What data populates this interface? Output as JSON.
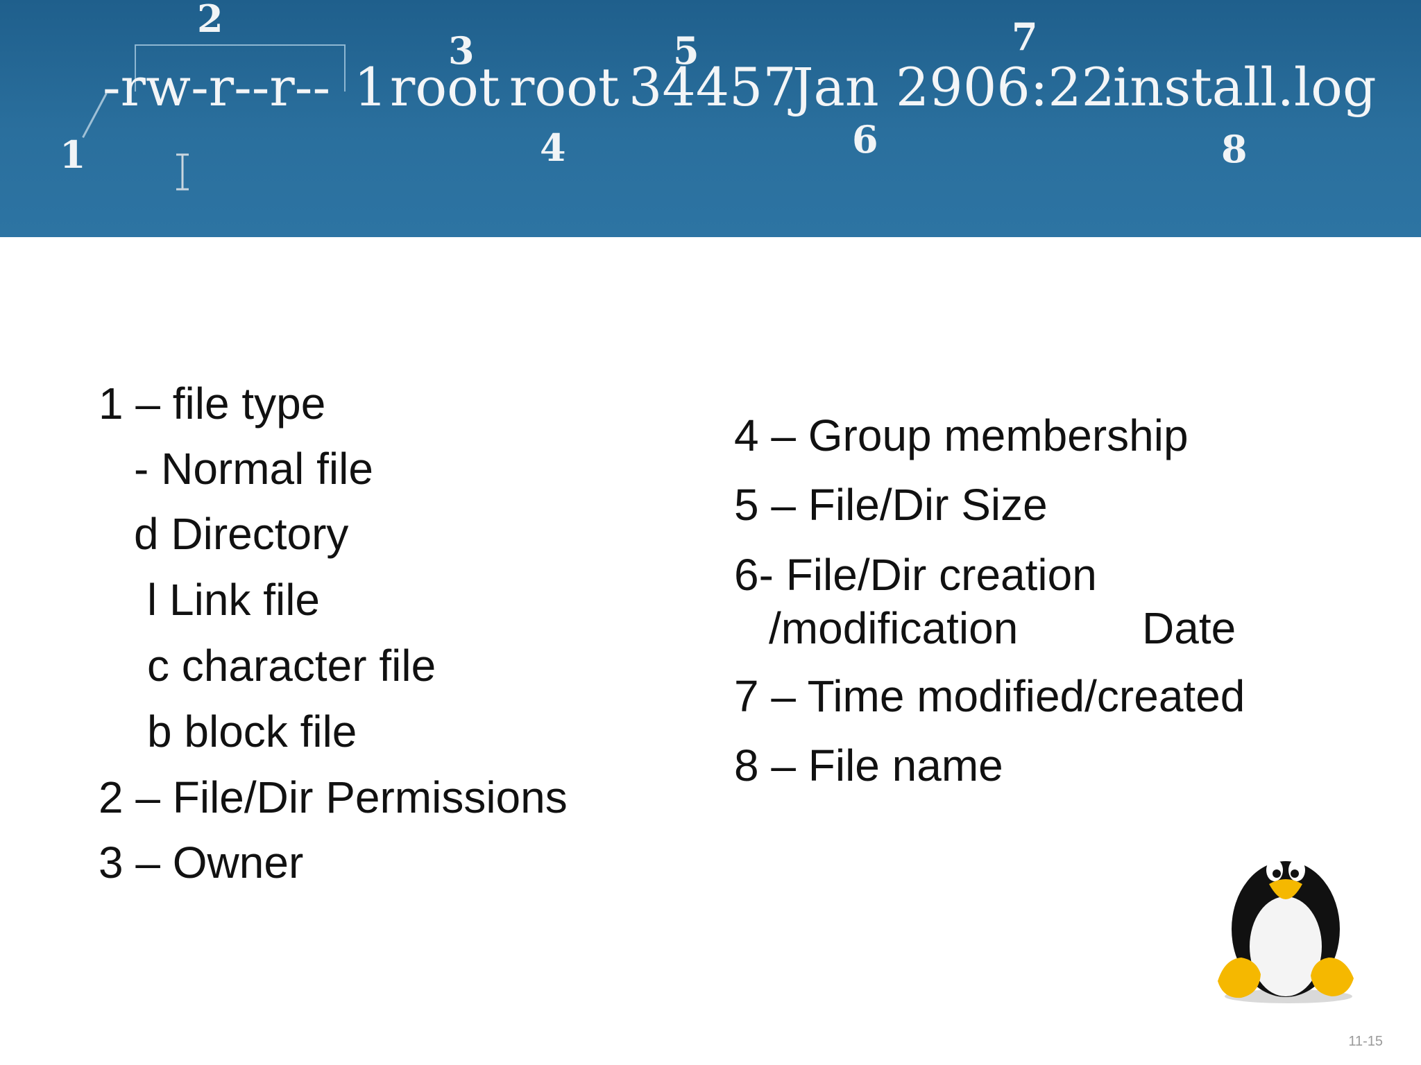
{
  "banner": {
    "callouts": [
      "2",
      "3",
      "5",
      "7",
      "1",
      "4",
      "6",
      "8"
    ],
    "command": {
      "permissions": "-rw-r--r--",
      "links": "1",
      "owner": "root",
      "group": "root",
      "size": "34457",
      "date": "Jan 29",
      "time": "06:22",
      "filename": "install.log"
    }
  },
  "left_list": {
    "item1": "1 – file type",
    "normal": "- Normal file",
    "directory": "d Directory",
    "link": "l Link file",
    "character": "c character file",
    "block": "b block file",
    "item2": "2 – File/Dir Permissions",
    "item3": "3 – Owner"
  },
  "right_list": {
    "item4": "4 – Group membership",
    "item5": "5 – File/Dir  Size",
    "item6_line1": "6- File/Dir creation",
    "item6_line2a": "/modification",
    "item6_line2b": "Date",
    "item7": "7 – Time modified/created",
    "item8": "8 – File name"
  },
  "footer": {
    "page_number": "11-15"
  }
}
